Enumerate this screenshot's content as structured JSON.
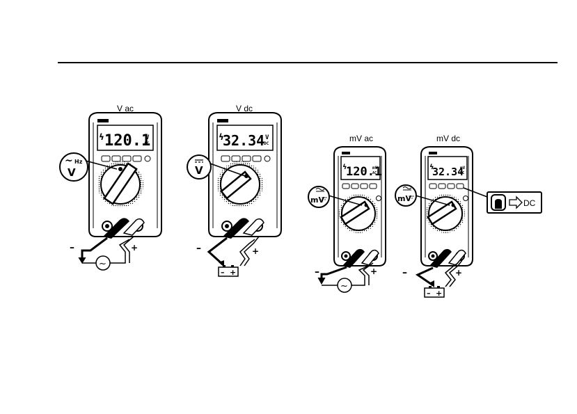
{
  "figure": {
    "meters": [
      {
        "id": "vac",
        "title": "V ac",
        "reading": "120.1",
        "unit_top": "V",
        "unit_bottom": "AC",
        "dial_symbol_top": "~",
        "dial_symbol_hz": "Hz",
        "dial_symbol_main": "V",
        "source": "ac",
        "minus": "–",
        "plus": "+"
      },
      {
        "id": "vdc",
        "title": "V dc",
        "reading": "32.34",
        "unit_top": "V",
        "unit_bottom": "DC",
        "dial_symbol_main": "V",
        "source": "dc",
        "minus": "–",
        "plus": "+",
        "battery_minus": "–",
        "battery_plus": "+"
      },
      {
        "id": "mvac",
        "title": "mV ac",
        "reading": "120.1",
        "unit_top": "mV",
        "unit_bottom": "AC",
        "dial_symbol_main": "mV",
        "source": "ac",
        "minus": "–",
        "plus": "+"
      },
      {
        "id": "mvdc",
        "title": "mV dc",
        "reading": "32.34",
        "unit_top": "mV",
        "unit_bottom": "DC",
        "dial_symbol_main": "mV",
        "source": "dc",
        "minus": "–",
        "plus": "+",
        "battery_minus": "–",
        "battery_plus": "+",
        "button_callout": "DC"
      }
    ]
  }
}
